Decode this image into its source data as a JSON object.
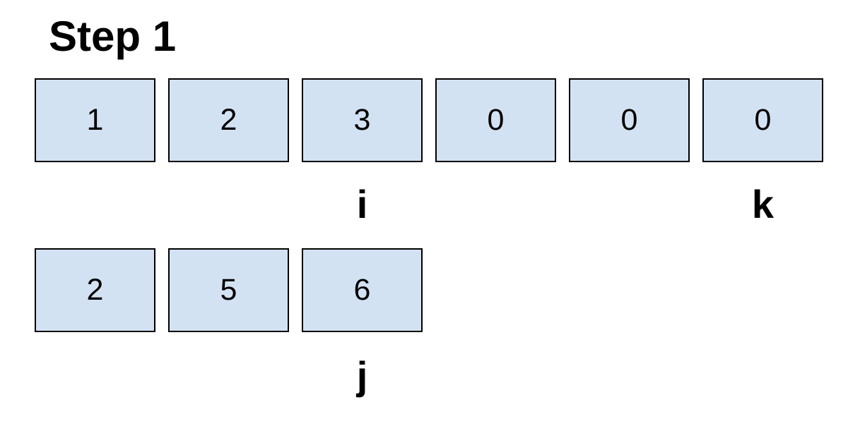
{
  "title": "Step 1",
  "colors": {
    "background": "#ffffff",
    "box_fill": "#d3e2f3",
    "box_border": "#000000",
    "text": "#000000"
  },
  "top_array": {
    "values": [
      "1",
      "2",
      "3",
      "0",
      "0",
      "0"
    ]
  },
  "bottom_array": {
    "values": [
      "2",
      "5",
      "6"
    ]
  },
  "pointers": {
    "i": "i",
    "k": "k",
    "j": "j"
  }
}
